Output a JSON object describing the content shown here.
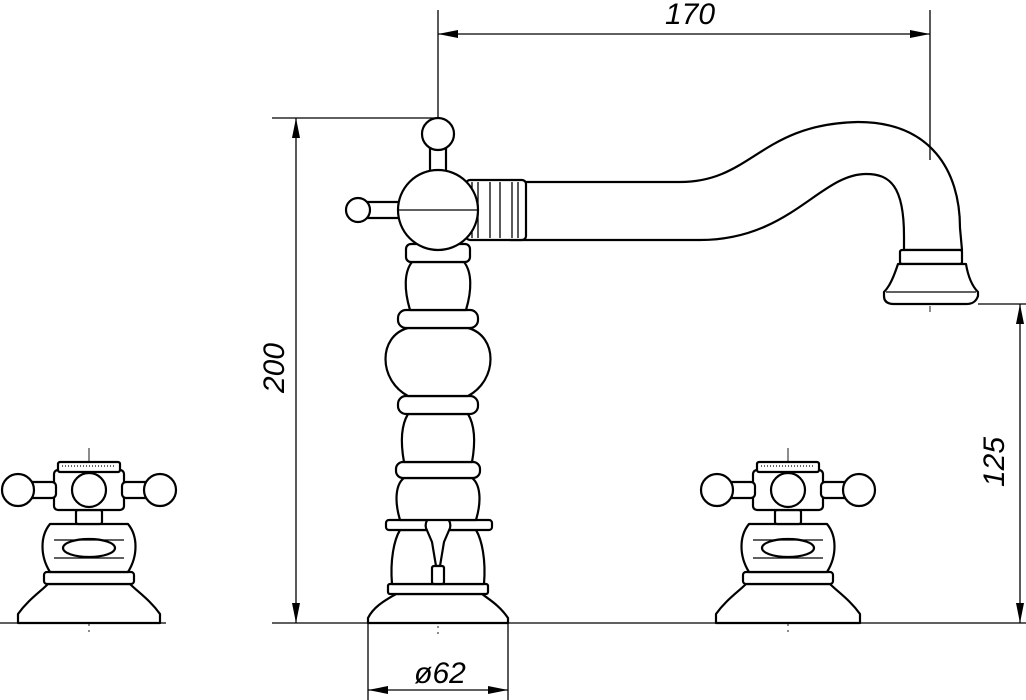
{
  "dimensions": {
    "spout_reach": "170",
    "overall_height": "200",
    "spout_height": "125",
    "base_diameter": "ø62"
  }
}
